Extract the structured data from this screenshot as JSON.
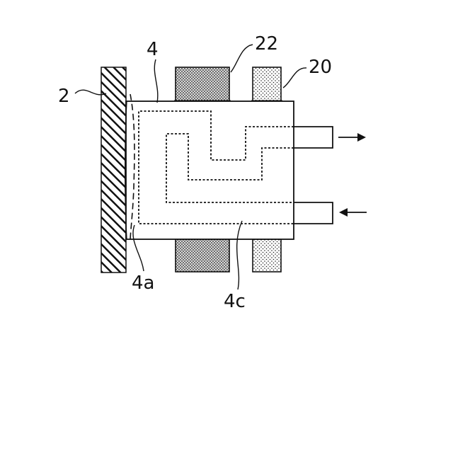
{
  "labels": {
    "wall": "2",
    "block": "4",
    "contact_surface": "4a",
    "channel": "4c",
    "coolant_tube": "20",
    "heater_member": "22"
  },
  "arrows": {
    "outlet_direction": "right",
    "inlet_direction": "left"
  }
}
